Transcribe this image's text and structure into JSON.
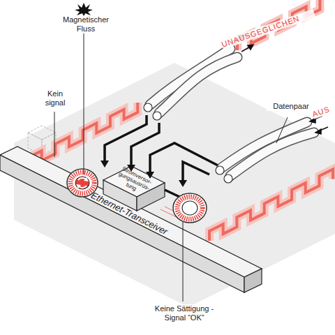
{
  "diagram": {
    "nodes": [
      {
        "text": [
          "Stromversor- gungsausrüs- tung"
        ]
      },
      {
        "text": [
          "Ethernet-Transceiver"
        ]
      }
    ],
    "labels": [
      "Magnetischer Fluss",
      "Kein signal",
      "UNAUSGEGLICHEN",
      "Datenpaar",
      "AUS",
      "Keine Sättigung - Signal “OK”"
    ]
  }
}
